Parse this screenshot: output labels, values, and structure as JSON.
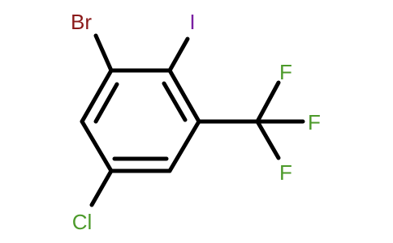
{
  "molecule": {
    "atoms": [
      {
        "id": "br",
        "label": "Br",
        "color": "#8b1a1a"
      },
      {
        "id": "i",
        "label": "I",
        "color": "#7a1fa2"
      },
      {
        "id": "cl",
        "label": "Cl",
        "color": "#4c9a2a"
      },
      {
        "id": "f1",
        "label": "F",
        "color": "#4c9a2a"
      },
      {
        "id": "f2",
        "label": "F",
        "color": "#4c9a2a"
      },
      {
        "id": "f3",
        "label": "F",
        "color": "#4c9a2a"
      }
    ],
    "bond_color": "#000000"
  }
}
